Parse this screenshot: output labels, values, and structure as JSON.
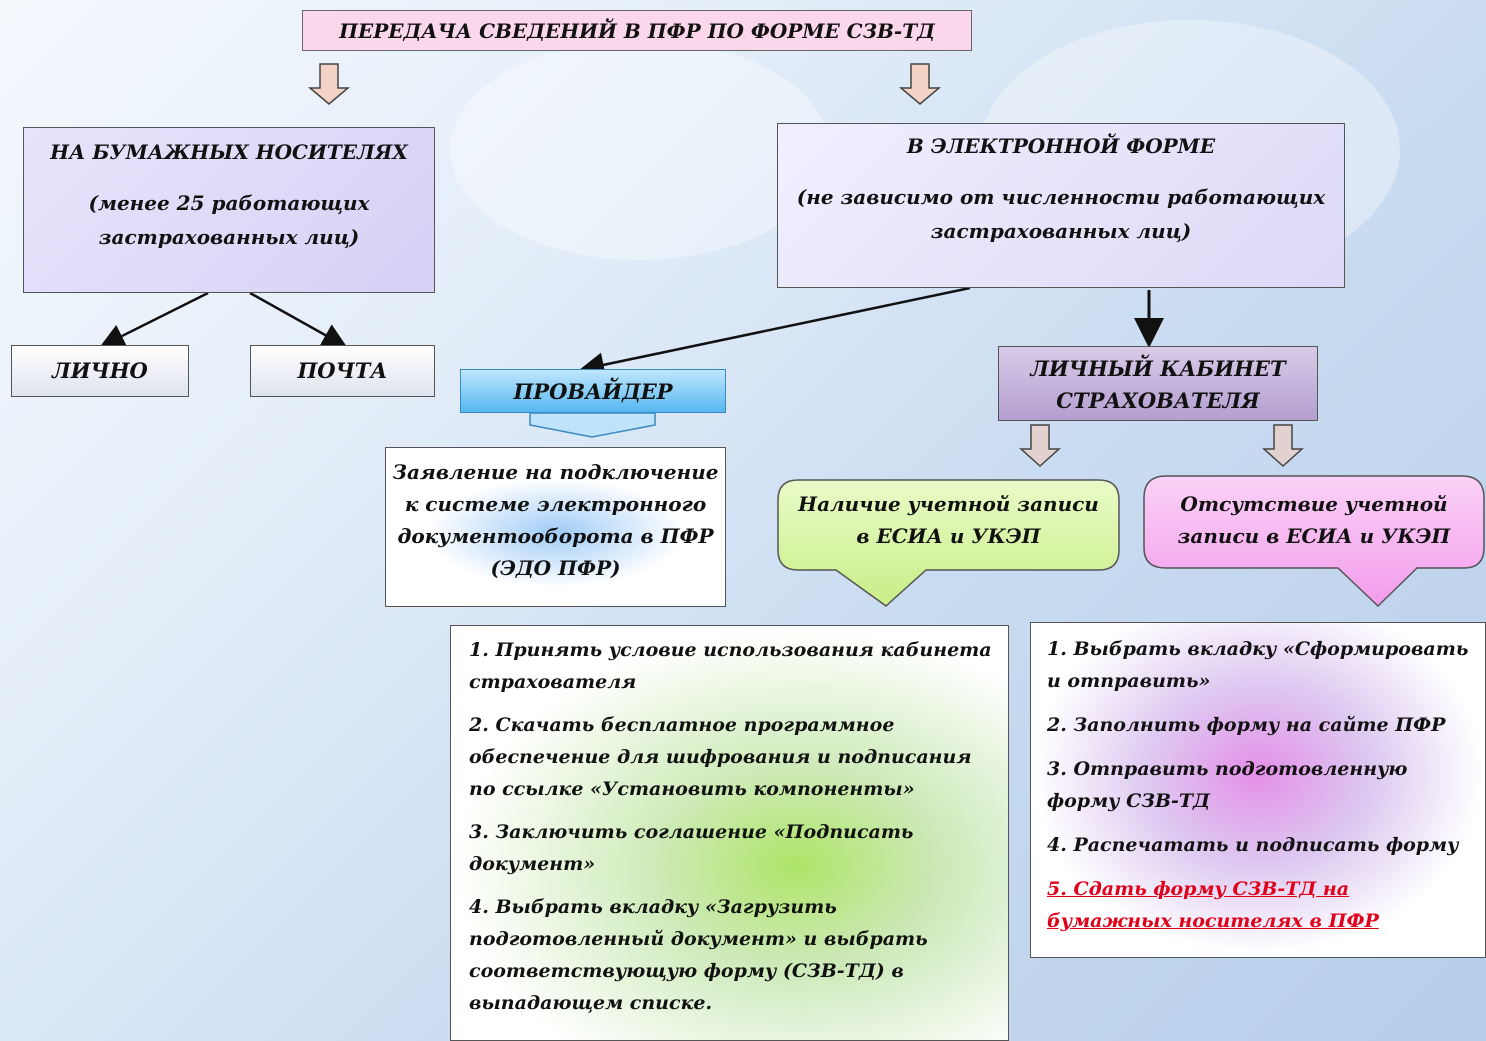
{
  "title": "ПЕРЕДАЧА СВЕДЕНИЙ В ПФР ПО ФОРМЕ СЗВ-ТД",
  "paper": {
    "title": "НА БУМАЖНЫХ НОСИТЕЛЯХ",
    "subtitle_line1": "(менее 25 работающих",
    "subtitle_line2": "застрахованных лиц)"
  },
  "electronic": {
    "title": "В ЭЛЕКТРОННОЙ ФОРМЕ",
    "subtitle_line1": "(не зависимо от численности работающих",
    "subtitle_line2": "застрахованных лиц)"
  },
  "personal": "ЛИЧНО",
  "mail": "ПОЧТА",
  "provider": "ПРОВАЙДЕР",
  "cabinet": {
    "line1": "ЛИЧНЫЙ КАБИНЕТ",
    "line2": "СТРАХОВАТЕЛЯ"
  },
  "application": {
    "line1": "Заявление на подключение",
    "line2": "к системе электронного",
    "line3": "документооборота в ПФР",
    "line4": "(ЭДО ПФР)"
  },
  "has_account": {
    "line1": "Наличие учетной записи",
    "line2": "в ЕСИА и УКЭП"
  },
  "no_account": {
    "line1": "Отсутствие учетной",
    "line2": "записи в ЕСИА и УКЭП"
  },
  "green_steps": [
    [
      "1. Принять условие использования кабинета",
      "страхователя"
    ],
    [
      "2. Скачать бесплатное программное",
      "обеспечение для шифрования и подписания",
      "по ссылке «Установить компоненты»"
    ],
    [
      "3. Заключить соглашение «Подписать",
      "документ»"
    ],
    [
      "4. Выбрать вкладку «Загрузить",
      "подготовленный документ» и выбрать",
      "соответствующую форму (СЗВ-ТД) в",
      "выпадающем списке."
    ]
  ],
  "pink_steps": [
    [
      "1. Выбрать вкладку «Сформировать",
      "и отправить»"
    ],
    [
      "2. Заполнить форму на сайте ПФР"
    ],
    [
      "3. Отправить подготовленную",
      "форму СЗВ-ТД"
    ],
    [
      "4. Распечатать и подписать форму"
    ],
    [
      "5. Сдать форму СЗВ-ТД на",
      "бумажных носителях в ПФР"
    ]
  ],
  "colors": {
    "title_bg": "#fbd7ec",
    "provider_bg": "#56b8ef",
    "cabinet_bg": "#b49fd0",
    "green_callout": "#dcf5a8",
    "pink_callout": "#f6b8f1",
    "highlight_text": "#e0001a"
  }
}
